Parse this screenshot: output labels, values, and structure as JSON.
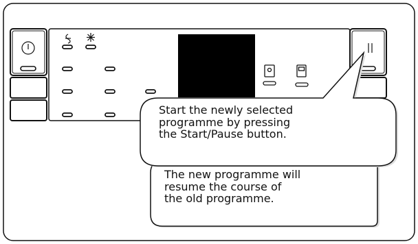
{
  "panel": {
    "power_icon": "power-icon",
    "start_pause_icon": "play-pause-icon",
    "indicator_icons": [
      "steam-icon",
      "cold-star-icon",
      "water-tap-icon",
      "door-lock-icon"
    ],
    "display_color": "#000000"
  },
  "callouts": {
    "first": [
      "Start the newly selected",
      "programme by pressing",
      "the Start/Pause button."
    ],
    "second": [
      "The new programme will",
      "resume the course of",
      "the old programme."
    ]
  },
  "colors": {
    "stroke": "#111111",
    "background": "#ffffff",
    "shadow": "#dddddd"
  }
}
